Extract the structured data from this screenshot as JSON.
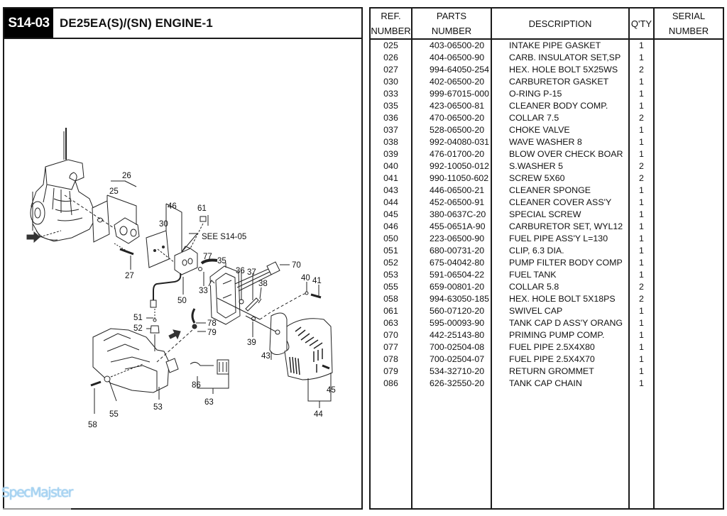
{
  "header": {
    "section_code": "S14-03",
    "title": "DE25EA(S)/(SN)  ENGINE-1"
  },
  "diagram": {
    "see_reference": "SEE S14-05",
    "callouts": [
      "25",
      "26",
      "27",
      "30",
      "33",
      "35",
      "36",
      "37",
      "38",
      "39",
      "40",
      "41",
      "43",
      "44",
      "45",
      "46",
      "50",
      "51",
      "52",
      "53",
      "55",
      "58",
      "61",
      "63",
      "70",
      "77",
      "78",
      "79",
      "86"
    ]
  },
  "table": {
    "headers": {
      "ref_line1": "REF.",
      "ref_line2": "NUMBER",
      "parts_line1": "PARTS",
      "parts_line2": "NUMBER",
      "description": "DESCRIPTION",
      "qty": "Q'TY",
      "serial_line1": "SERIAL",
      "serial_line2": "NUMBER"
    },
    "rows": [
      {
        "ref": "025",
        "part": "403-06500-20",
        "desc": "INTAKE PIPE GASKET",
        "qty": "1",
        "serial": ""
      },
      {
        "ref": "026",
        "part": "404-06500-90",
        "desc": "CARB. INSULATOR SET,SP",
        "qty": "1",
        "serial": ""
      },
      {
        "ref": "027",
        "part": "994-64050-254",
        "desc": "HEX. HOLE BOLT 5X25WS",
        "qty": "2",
        "serial": ""
      },
      {
        "ref": "030",
        "part": "402-06500-20",
        "desc": "CARBURETOR GASKET",
        "qty": "1",
        "serial": ""
      },
      {
        "ref": "033",
        "part": "999-67015-000",
        "desc": "O-RING P-15",
        "qty": "1",
        "serial": ""
      },
      {
        "ref": "035",
        "part": "423-06500-81",
        "desc": "CLEANER BODY COMP.",
        "qty": "1",
        "serial": ""
      },
      {
        "ref": "036",
        "part": "470-06500-20",
        "desc": "COLLAR 7.5",
        "qty": "2",
        "serial": ""
      },
      {
        "ref": "037",
        "part": "528-06500-20",
        "desc": "CHOKE VALVE",
        "qty": "1",
        "serial": ""
      },
      {
        "ref": "038",
        "part": "992-04080-031",
        "desc": "WAVE WASHER 8",
        "qty": "1",
        "serial": ""
      },
      {
        "ref": "039",
        "part": "476-01700-20",
        "desc": "BLOW OVER CHECK BOAR",
        "qty": "1",
        "serial": ""
      },
      {
        "ref": "040",
        "part": "992-10050-012",
        "desc": "S.WASHER 5",
        "qty": "2",
        "serial": ""
      },
      {
        "ref": "041",
        "part": "990-11050-602",
        "desc": "SCREW 5X60",
        "qty": "2",
        "serial": ""
      },
      {
        "ref": "043",
        "part": "446-06500-21",
        "desc": "CLEANER SPONGE",
        "qty": "1",
        "serial": ""
      },
      {
        "ref": "044",
        "part": "452-06500-91",
        "desc": "CLEANER COVER ASS'Y",
        "qty": "1",
        "serial": ""
      },
      {
        "ref": "045",
        "part": "380-0637C-20",
        "desc": "SPECIAL SCREW",
        "qty": "1",
        "serial": ""
      },
      {
        "ref": "046",
        "part": "455-0651A-90",
        "desc": "CARBURETOR SET, WYL12",
        "qty": "1",
        "serial": ""
      },
      {
        "ref": "050",
        "part": "223-06500-90",
        "desc": "FUEL PIPE ASS'Y L=130",
        "qty": "1",
        "serial": ""
      },
      {
        "ref": "051",
        "part": "680-00731-20",
        "desc": "CLIP, 6.3 DIA.",
        "qty": "1",
        "serial": ""
      },
      {
        "ref": "052",
        "part": "675-04042-80",
        "desc": "PUMP FILTER BODY COMP",
        "qty": "1",
        "serial": ""
      },
      {
        "ref": "053",
        "part": "591-06504-22",
        "desc": "FUEL TANK",
        "qty": "1",
        "serial": ""
      },
      {
        "ref": "055",
        "part": "659-00801-20",
        "desc": "COLLAR 5.8",
        "qty": "2",
        "serial": ""
      },
      {
        "ref": "058",
        "part": "994-63050-185",
        "desc": "HEX. HOLE BOLT 5X18PS",
        "qty": "2",
        "serial": ""
      },
      {
        "ref": "061",
        "part": "560-07120-20",
        "desc": "SWIVEL CAP",
        "qty": "1",
        "serial": ""
      },
      {
        "ref": "063",
        "part": "595-00093-90",
        "desc": "TANK CAP D ASS'Y ORANG",
        "qty": "1",
        "serial": ""
      },
      {
        "ref": "070",
        "part": "442-25143-80",
        "desc": "PRIMING PUMP COMP.",
        "qty": "1",
        "serial": ""
      },
      {
        "ref": "077",
        "part": "700-02504-08",
        "desc": "FUEL PIPE 2.5X4X80",
        "qty": "1",
        "serial": ""
      },
      {
        "ref": "078",
        "part": "700-02504-07",
        "desc": "FUEL PIPE 2.5X4X70",
        "qty": "1",
        "serial": ""
      },
      {
        "ref": "079",
        "part": "534-32710-20",
        "desc": "RETURN GROMMET",
        "qty": "1",
        "serial": ""
      },
      {
        "ref": "086",
        "part": "626-32550-20",
        "desc": "TANK CAP CHAIN",
        "qty": "1",
        "serial": ""
      }
    ]
  },
  "watermark": {
    "text": "SpecMajster",
    "color": "#a8d4f2"
  }
}
